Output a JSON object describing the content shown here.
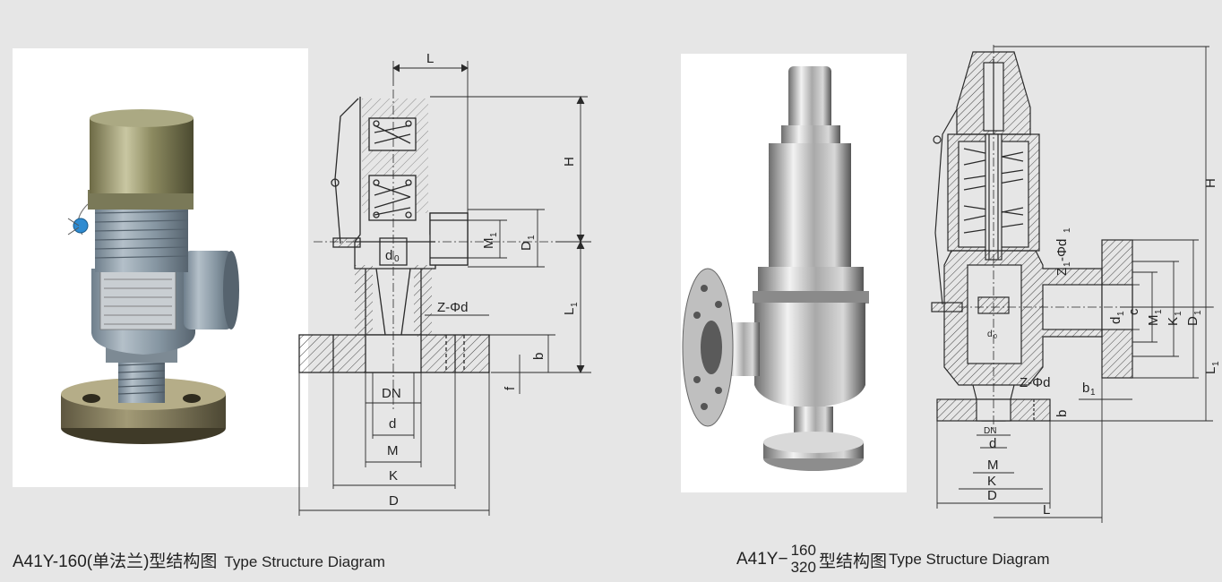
{
  "left": {
    "caption_model": "A41Y-160(单法兰)型结构图",
    "caption_en": "Type Structure Diagram",
    "dims": {
      "L": "L",
      "H": "H",
      "M1": "M",
      "M1_sub": "1",
      "D1": "D",
      "D1_sub": "1",
      "d0": "d",
      "d0_sub": "0",
      "L1": "L",
      "L1_sub": "1",
      "zd": "Z-Φd",
      "b": "b",
      "f": "f",
      "DN": "DN",
      "d": "d",
      "M": "M",
      "K": "K",
      "D": "D"
    }
  },
  "right": {
    "caption_prefix": "A41Y−",
    "caption_num_top": "160",
    "caption_num_bottom": "320",
    "caption_suffix": "型结构图",
    "caption_en": "Type Structure Diagram",
    "dims": {
      "H": "H",
      "z1": "Z",
      "z1_sub": "1",
      "z1_tail": "-Φd",
      "z1_tail_sub": "1",
      "d1": "d",
      "d1_sub": "1",
      "c": "c",
      "M1": "M",
      "M1_sub": "1",
      "K1": "K",
      "K1_sub": "1",
      "D1": "D",
      "D1_sub": "1",
      "L1": "L",
      "L1_sub": "1",
      "d0": "d",
      "d0_sub": "0",
      "zd": "Z-Φd",
      "b1": "b",
      "b1_sub": "1",
      "b": "b",
      "DN": "DN",
      "d": "d",
      "M": "M",
      "K": "K",
      "D": "D",
      "L": "L"
    }
  },
  "colors": {
    "background": "#e6e6e6",
    "line": "#2a2a2a",
    "hatch": "#444444"
  }
}
